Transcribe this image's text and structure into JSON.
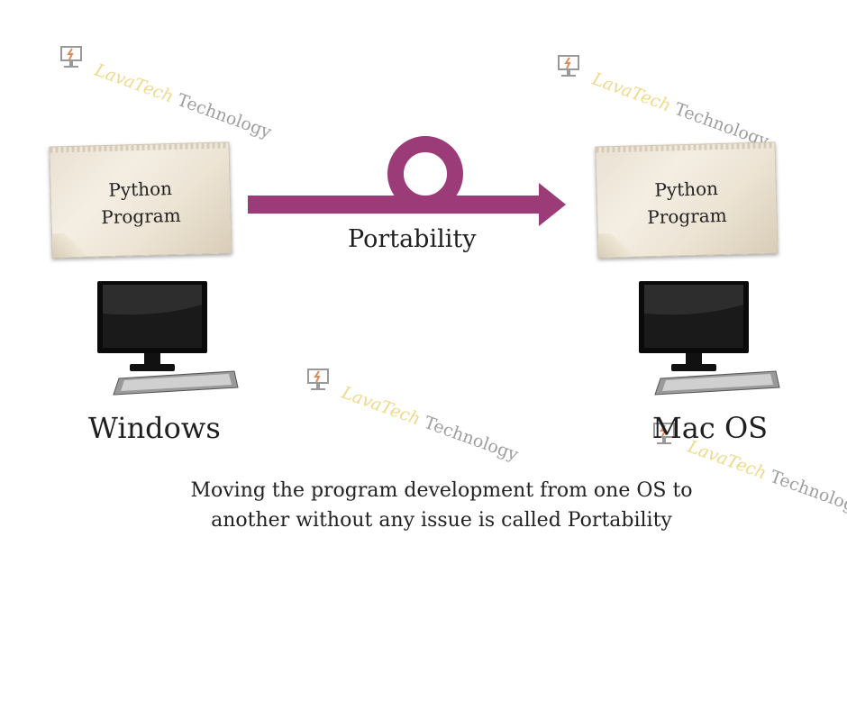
{
  "left_note": {
    "line1": "Python",
    "line2": "Program"
  },
  "right_note": {
    "line1": "Python",
    "line2": "Program"
  },
  "arrow_label": "Portability",
  "left_os": "Windows",
  "right_os": "Mac OS",
  "caption": {
    "line1": "Moving the program development from one OS to",
    "line2": "another without any issue is called Portability"
  },
  "watermark": {
    "brand": "LavaTech",
    "suffix": "Technology"
  },
  "colors": {
    "arrow": "#9b3c78",
    "watermark_brand": "#f0d98a",
    "watermark_suffix": "#9e9e9e"
  },
  "icons": [
    "computer-monitor-icon",
    "keyboard-icon",
    "lavatech-logo-icon"
  ]
}
